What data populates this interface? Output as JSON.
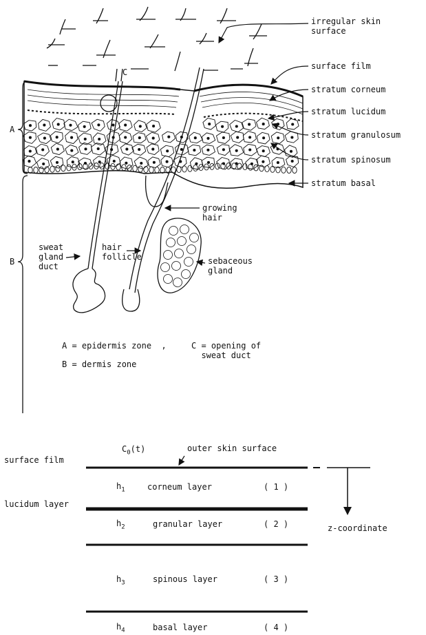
{
  "diagram": {
    "top_labels": {
      "irregular_surface": "irregular skin\nsurface",
      "surface_film": "surface film",
      "stratum_corneum": "stratum corneum",
      "stratum_lucidum": "stratum lucidum",
      "stratum_granulosum": "stratum granulosum",
      "stratum_spinosum": "stratum spinosum",
      "stratum_basal": "stratum basal",
      "growing_hair": "growing\nhair",
      "sweat_gland_duct": "sweat\ngland\nduct",
      "hair_follicle": "hair\nfollicle",
      "sebaceous_gland": "sebaceous\ngland",
      "brace_a": "A",
      "brace_b": "B",
      "marker_c": "C"
    },
    "legend": {
      "a_def": "A = epidermis zone  ,",
      "c_def": "C = opening of\n  sweat duct",
      "b_def": "B = dermis zone"
    },
    "model": {
      "c0t": "C",
      "c0t_sub": "0",
      "c0t_arg": "(t)",
      "outer_surface": "outer skin surface",
      "surface_film": "surface film",
      "lucidum_layer": "lucidum layer",
      "z_coordinate": "z-coordinate",
      "layers": [
        {
          "h": "h",
          "sub": "1",
          "name": "corneum layer",
          "num": "( 1 )"
        },
        {
          "h": "h",
          "sub": "2",
          "name": "granular layer",
          "num": "( 2 )"
        },
        {
          "h": "h",
          "sub": "3",
          "name": "spinous layer",
          "num": "( 3 )"
        },
        {
          "h": "h",
          "sub": "4",
          "name": "basal layer",
          "num": "( 4 )"
        }
      ]
    }
  }
}
